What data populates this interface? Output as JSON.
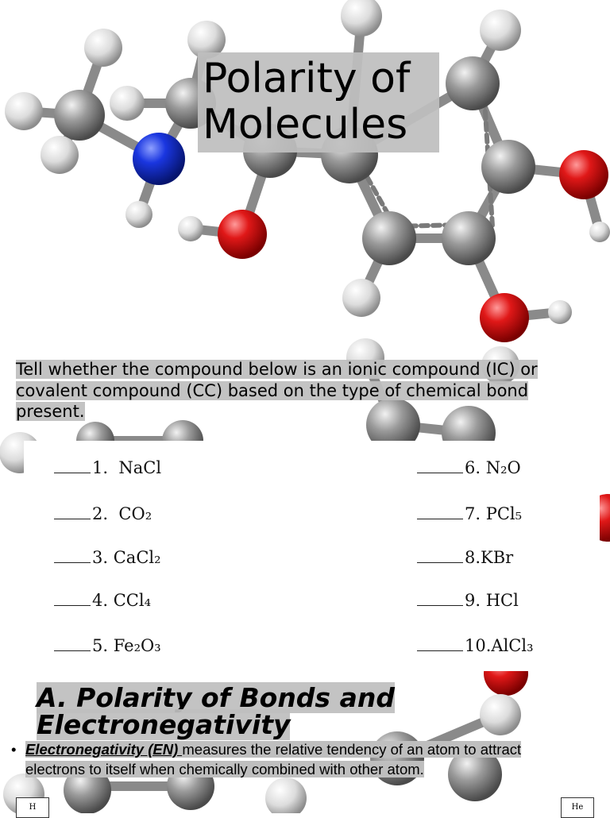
{
  "slide": {
    "title": "Polarity of Molecules",
    "instructions": "Tell whether the compound below is an ionic compound (IC) or covalent compound (CC) based on the type of chemical bond present."
  },
  "worksheet": {
    "items": [
      {
        "num": "1.",
        "formula": "NaCl"
      },
      {
        "num": "2.",
        "formula": "CO₂"
      },
      {
        "num": "3.",
        "formula": "CaCl₂"
      },
      {
        "num": "4.",
        "formula": "CCl₄"
      },
      {
        "num": "5.",
        "formula": "Fe₂O₃"
      },
      {
        "num": "6.",
        "formula": "N₂O"
      },
      {
        "num": "7.",
        "formula": "PCl₅"
      },
      {
        "num": "8.",
        "formula": "KBr"
      },
      {
        "num": "9.",
        "formula": "HCl"
      },
      {
        "num": "10.",
        "formula": "AlCl₃"
      }
    ]
  },
  "section": {
    "heading": "A. Polarity of Bonds and Electronegativity",
    "bullet_term": "Electronegativity (EN) ",
    "bullet_text": "measures the relative tendency of an atom to attract electrons to itself when chemically combined with other atom."
  },
  "periodic_table": {
    "left_symbol": "H",
    "right_symbol": "He"
  },
  "colors": {
    "carbon": "#8e8e8e",
    "hydrogen": "#e0e0e0",
    "oxygen": "#d81414",
    "nitrogen": "#1432d2",
    "highlight": "#bebebe"
  }
}
